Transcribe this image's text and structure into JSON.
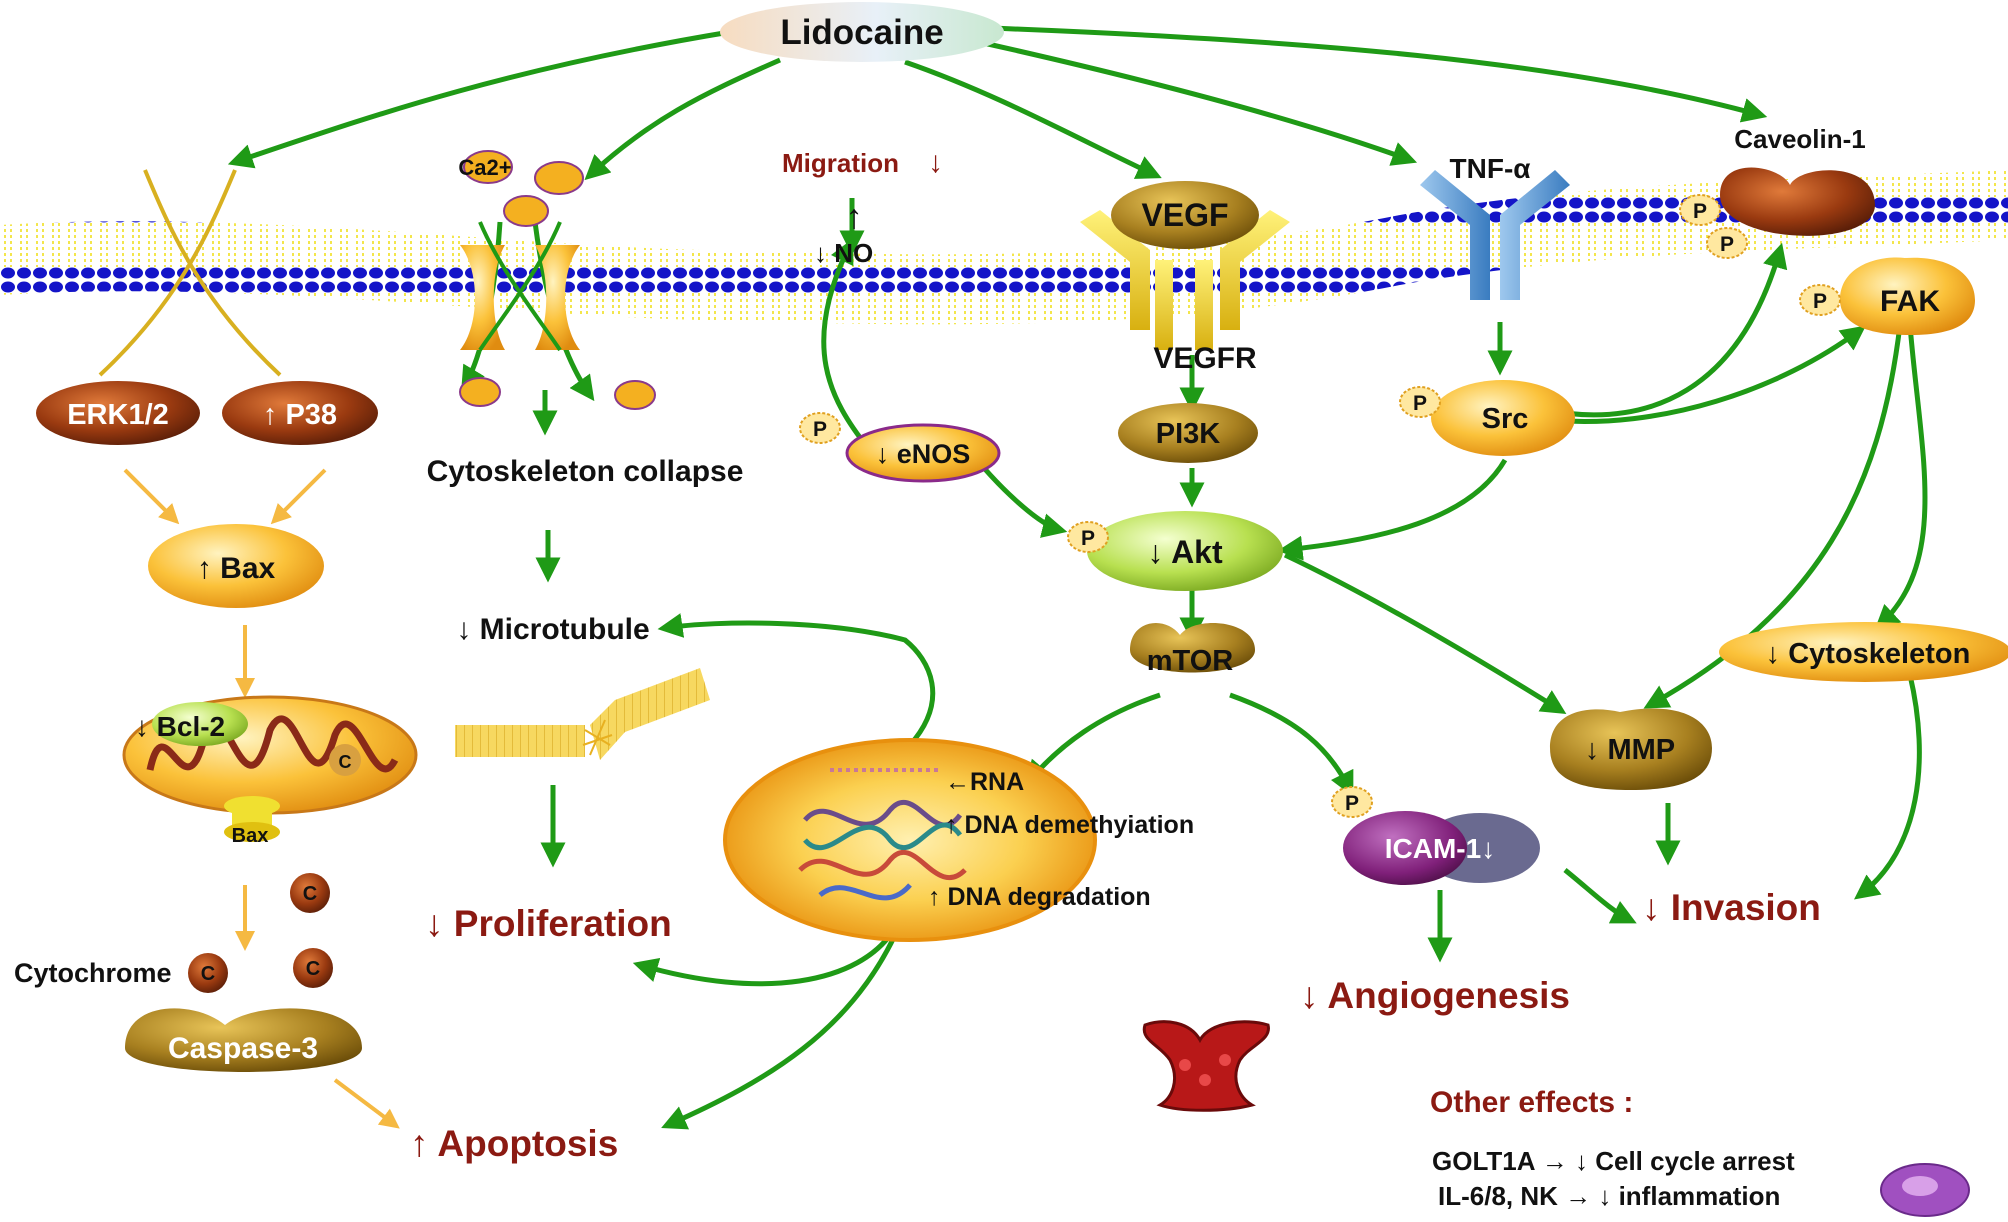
{
  "title": "Lidocaine",
  "membrane": {
    "receptors": {
      "vegf": "VEGF",
      "vegfr": "VEGFR",
      "tnf": "TNF-α",
      "caveolin": "Caveolin-1"
    },
    "ion": "Ca2+",
    "phospho": "P"
  },
  "left_pathway": {
    "erk": "ERK1/2",
    "p38": "↑ P38",
    "bax": "↑ Bax",
    "bcl2": "↓ Bcl-2",
    "bax_pore": "Bax",
    "cyt_c": "C",
    "cytochrome": "Cytochrome",
    "caspase": "Caspase-3"
  },
  "calcium_pathway": {
    "collapse": "Cytoskeleton collapse",
    "microtubule": "↓ Microtubule"
  },
  "no_pathway": {
    "migration": "Migration",
    "migration_arrow": "↓",
    "up_arrow": "↑",
    "no": "↓ NO",
    "enos": "↓ eNOS"
  },
  "center_pathway": {
    "pi3k": "PI3K",
    "akt": "↓ Akt",
    "mtor": "mTOR",
    "rna": "←RNA",
    "demethylation": "↑ DNA demethyiation",
    "degradation": "↑ DNA degradation",
    "icam": "ICAM-1↓"
  },
  "right_pathway": {
    "src": "Src",
    "fak": "FAK",
    "mmp": "↓ MMP",
    "cytoskeleton": "↓ Cytoskeleton"
  },
  "outcomes": {
    "proliferation": "↓ Proliferation",
    "apoptosis": "↑ Apoptosis",
    "angiogenesis": "↓ Angiogenesis",
    "invasion": "↓ Invasion"
  },
  "other_effects": {
    "heading": "Other  effects :",
    "line1": "GOLT1A → ↓ Cell cycle arrest",
    "line2": "IL-6/8, NK → ↓ inflammation"
  },
  "colors": {
    "arrow_green": "#1f9a16",
    "arrow_orange": "#f5b942",
    "title_red": "#8b1a12",
    "membrane_blue": "#1414c8",
    "membrane_yellow": "#f0e020"
  }
}
